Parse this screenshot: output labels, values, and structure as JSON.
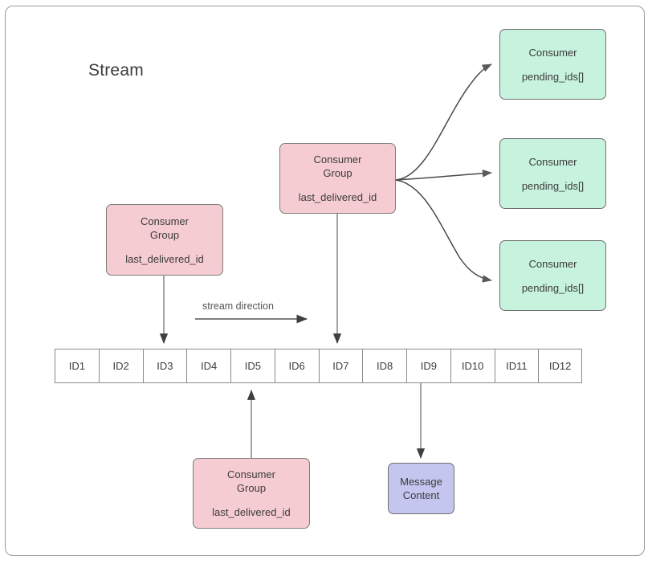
{
  "diagram": {
    "title": "Stream",
    "stream_direction_label": "stream direction",
    "stream_cells": [
      "ID1",
      "ID2",
      "ID3",
      "ID4",
      "ID5",
      "ID6",
      "ID7",
      "ID8",
      "ID9",
      "ID10",
      "ID11",
      "ID12"
    ],
    "colors": {
      "consumer_group_fill": "#f5ccd2",
      "consumer_fill": "#c7f2dd",
      "message_content_fill": "#c5c6f0",
      "border": "#7d7d7d",
      "text": "#3b3b3b",
      "arrow": "#4d4d4d",
      "frame_border": "#9a9a9a"
    },
    "consumer_groups": [
      {
        "id": "left",
        "title": "Consumer\nGroup",
        "field": "last_delivered_id",
        "points_to": "ID3"
      },
      {
        "id": "middle",
        "title": "Consumer\nGroup",
        "field": "last_delivered_id",
        "points_to": "ID7"
      },
      {
        "id": "bottom",
        "title": "Consumer\nGroup",
        "field": "last_delivered_id",
        "points_to": "ID5"
      }
    ],
    "consumers": [
      {
        "id": "consumer-1",
        "title": "Consumer",
        "field": "pending_ids[]"
      },
      {
        "id": "consumer-2",
        "title": "Consumer",
        "field": "pending_ids[]"
      },
      {
        "id": "consumer-3",
        "title": "Consumer",
        "field": "pending_ids[]"
      }
    ],
    "message_content": {
      "title": "Message\nContent",
      "source_cell": "ID9"
    }
  }
}
